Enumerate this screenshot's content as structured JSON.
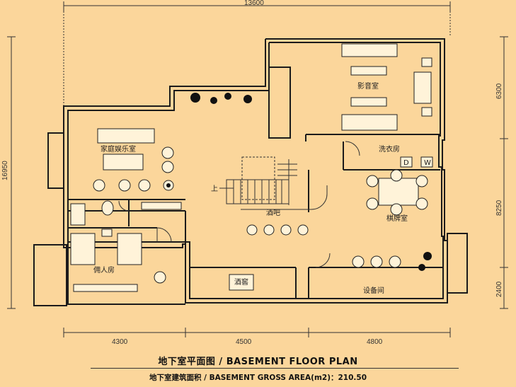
{
  "dimensions": {
    "top_total": "13600",
    "left_total": "16950",
    "right_upper": "6300",
    "right_middle": "8250",
    "right_lower": "2400",
    "bottom_left": "4300",
    "bottom_middle": "4500",
    "bottom_right": "4800"
  },
  "rooms": {
    "cinema": "影音室",
    "family_entertainment": "家庭娱乐室",
    "laundry": "洗衣房",
    "chess_card": "棋牌室",
    "bar": "酒吧",
    "maid": "佣人房",
    "wine_cellar": "酒窖",
    "equipment": "设备间"
  },
  "stair_label": "上",
  "appliance_labels": {
    "dryer": "D",
    "washer": "W"
  },
  "caption": {
    "title": "地下室平面图 / BASEMENT FLOOR PLAN",
    "subtitle": "地下室建筑面积 / BASEMENT GROSS AREA(m2)：210.50"
  },
  "colors": {
    "background": "#fbd69b",
    "wall": "#1b1b1b"
  }
}
